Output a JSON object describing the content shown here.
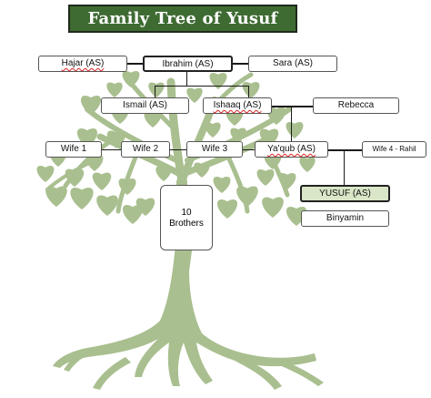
{
  "title": "Family Tree of Yusuf (AS)",
  "colors": {
    "title_bg": "#3e6b32",
    "tree": "#a9bf8f",
    "leaf": "#a9bf8f",
    "highlight": "#d9e6c7"
  },
  "nodes": {
    "hajar": "Hajar (AS)",
    "ibrahim": "Ibrahim (AS)",
    "sara": "Sara (AS)",
    "ismail": "Ismail (AS)",
    "ishaaq": "Ishaaq (AS)",
    "rebecca": "Rebecca",
    "wife1": "Wife 1",
    "wife2": "Wife 2",
    "wife3": "Wife 3",
    "yaqub": "Ya'qub (AS)",
    "wife4": "Wife 4 - Rahil",
    "yusuf": "YUSUF (AS)",
    "binyamin": "Binyamin",
    "brothers_line1": "10",
    "brothers_line2": "Brothers"
  }
}
